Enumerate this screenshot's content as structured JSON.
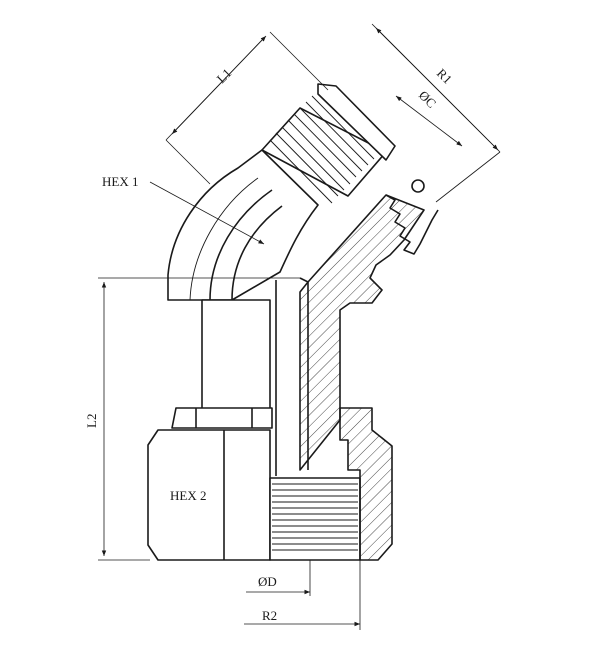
{
  "labels": {
    "hex1": "HEX 1",
    "hex2": "HEX 2",
    "l1": "L1",
    "l2": "L2",
    "r1": "R1",
    "r2": "R2",
    "phi_c": "ØC",
    "phi_d": "ØD"
  },
  "colors": {
    "line": "#1a1a1a",
    "background": "#ffffff"
  }
}
